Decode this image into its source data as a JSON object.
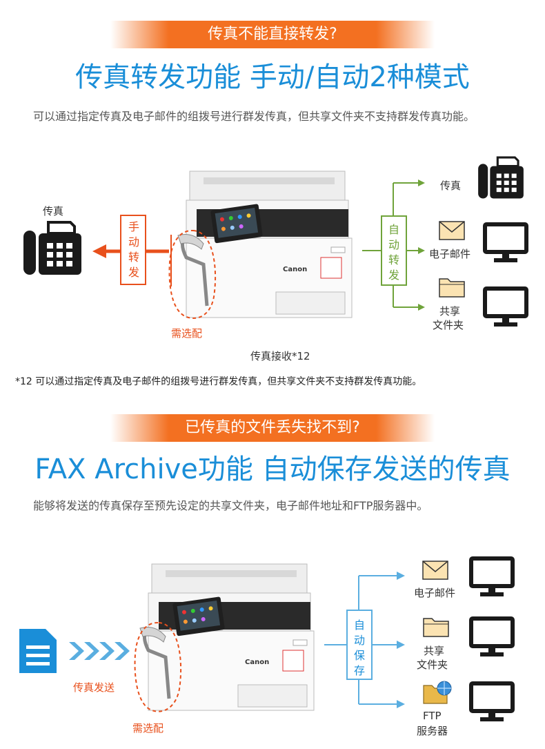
{
  "section1": {
    "banner": "传真不能直接转发?",
    "headline": "传真转发功能 手动/自动2种模式",
    "desc": "可以通过指定传真及电子邮件的组拨号进行群发传真，但共享文件夹不支持群发传真功能。",
    "left_fax_label": "传真",
    "manual_forward": [
      "手",
      "动",
      "转",
      "发"
    ],
    "optional_label": "需选配",
    "receive_label": "传真接收*12",
    "auto_forward": [
      "自",
      "动",
      "转",
      "发"
    ],
    "targets": {
      "fax": "传真",
      "email": "电子邮件",
      "share_line1": "共享",
      "share_line2": "文件夹"
    },
    "footnote": "*12  可以通过指定传真及电子邮件的组拨号进行群发传真，但共享文件夹不支持群发传真功能。"
  },
  "section2": {
    "banner": "已传真的文件丢失找不到?",
    "headline": "FAX Archive功能 自动保存发送的传真",
    "desc": "能够将发送的传真保存至预先设定的共享文件夹，电子邮件地址和FTP服务器中。",
    "send_label": "传真发送",
    "optional_label": "需选配",
    "auto_save": [
      "自",
      "动",
      "保",
      "存"
    ],
    "targets": {
      "email": "电子邮件",
      "share_line1": "共享",
      "share_line2": "文件夹",
      "ftp_line1": "FTP",
      "ftp_line2": "服务器"
    }
  },
  "printer_brand": "Canon",
  "colors": {
    "orange": "#f37021",
    "blue": "#1a8ed8",
    "red": "#e8501c",
    "green": "#6fa33a",
    "light_blue": "#5aaee0",
    "dark": "#1a1a1a"
  }
}
